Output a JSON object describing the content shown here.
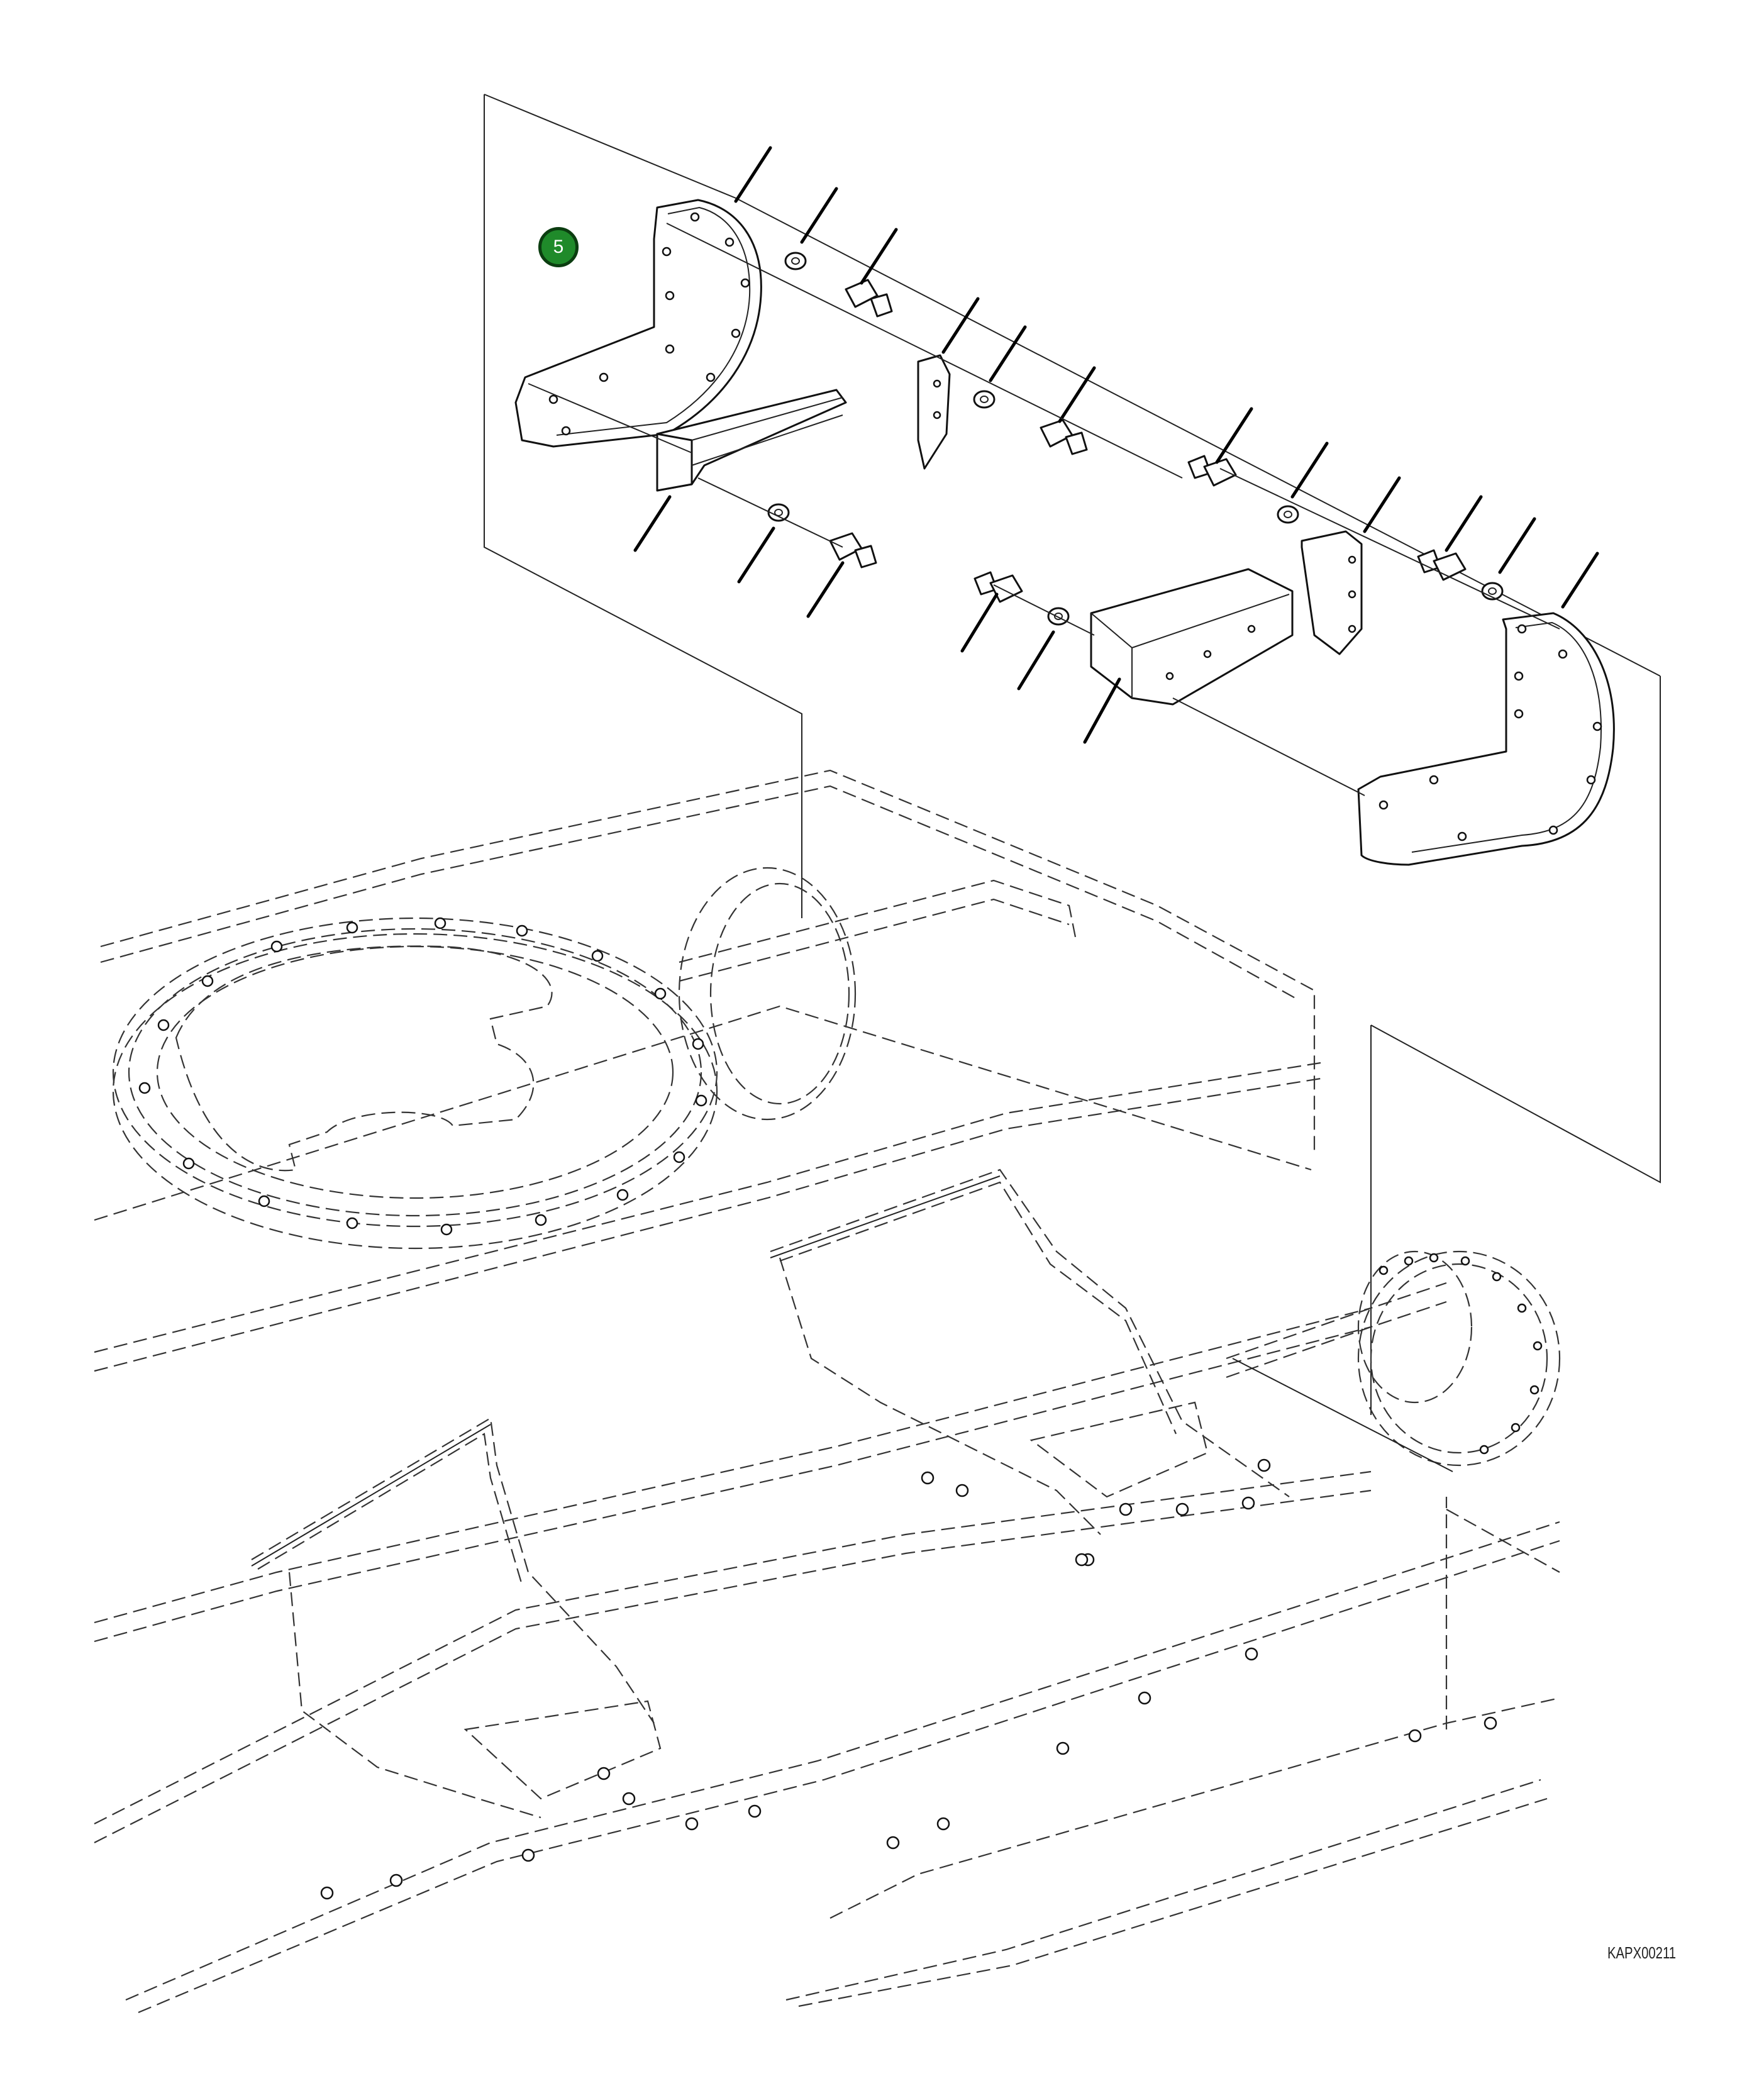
{
  "callout": {
    "number": "5",
    "color": "#1f8a2a"
  },
  "drawing_code": "KAPX00211",
  "icons": [
    "callout-marker"
  ]
}
